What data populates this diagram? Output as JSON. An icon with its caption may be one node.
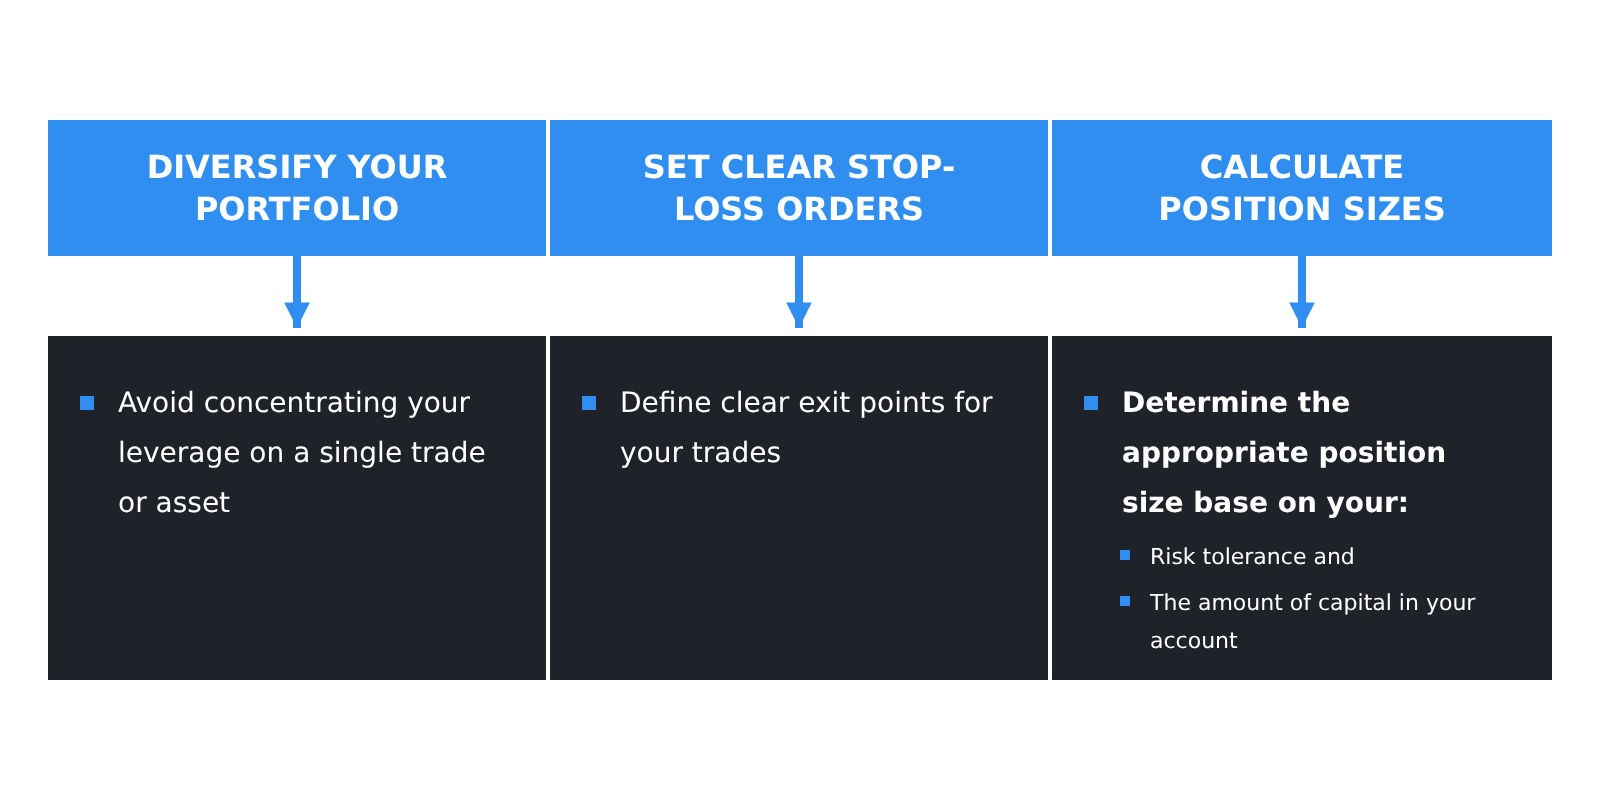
{
  "diagram": {
    "nodes": [
      {
        "text": [
          "DIVERSIFY YOUR PORTFOLIO"
        ]
      },
      {
        "text": [
          "SET CLEAR STOP-LOSS ORDERS"
        ]
      },
      {
        "text": [
          "CALCULATE POSITION SIZES"
        ]
      },
      {
        "text": [
          "Avoid concentrating your leverage on a single trade or asset"
        ]
      },
      {
        "text": [
          "Define clear exit points for your trades"
        ]
      },
      {
        "text": [
          "Determine the appropriate position size base on your:",
          "Risk tolerance and",
          "The amount of capital in your account"
        ]
      }
    ],
    "edges": [
      {
        "from": 0,
        "to": 3,
        "arrow": "to"
      },
      {
        "from": 1,
        "to": 4,
        "arrow": "to"
      },
      {
        "from": 2,
        "to": 5,
        "arrow": "to"
      }
    ]
  }
}
